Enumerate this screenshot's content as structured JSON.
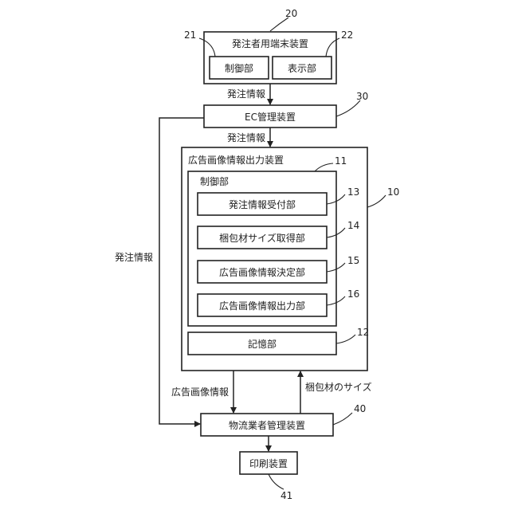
{
  "nodes": {
    "ordering_terminal": "発注者用端末装置",
    "terminal_control": "制御部",
    "terminal_display": "表示部",
    "ec_manager": "EC管理装置",
    "ad_output_device": "広告画像情報出力装置",
    "device_control": "制御部",
    "order_reception": "発注情報受付部",
    "packaging_size": "梱包材サイズ取得部",
    "ad_decision": "広告画像情報決定部",
    "ad_output_unit": "広告画像情報出力部",
    "storage": "記憶部",
    "logistics_manager": "物流業者管理装置",
    "printer": "印刷装置"
  },
  "edges": {
    "order_info_1": "発注情報",
    "order_info_2": "発注情報",
    "order_info_left": "発注情報",
    "ad_image_info": "広告画像情報",
    "packaging_size_info": "梱包材のサイズ"
  },
  "refs": {
    "r20": "20",
    "r21": "21",
    "r22": "22",
    "r30": "30",
    "r11": "11",
    "r10": "10",
    "r13": "13",
    "r14": "14",
    "r15": "15",
    "r16": "16",
    "r12": "12",
    "r40": "40",
    "r41": "41"
  }
}
